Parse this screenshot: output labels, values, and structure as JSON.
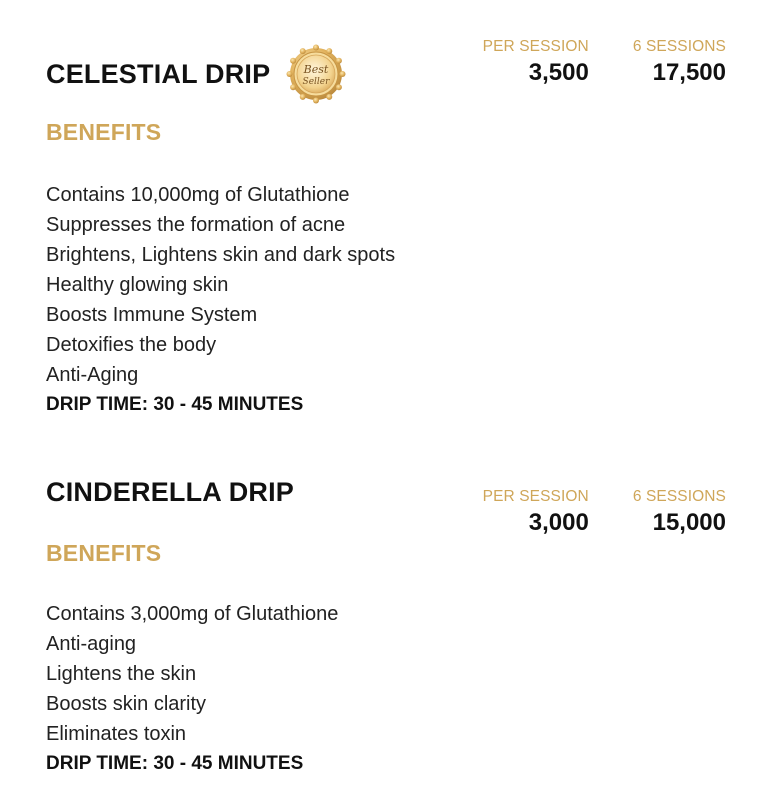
{
  "products": [
    {
      "title": "CELESTIAL DRIP",
      "badge": {
        "line1": "Best",
        "line2": "Seller",
        "icon": "best-seller-badge"
      },
      "prices": [
        {
          "label": "PER SESSION",
          "value": "3,500"
        },
        {
          "label": "6 SESSIONS",
          "value": "17,500"
        }
      ],
      "benefits_heading": "BENEFITS",
      "benefits": [
        "Contains 10,000mg of Glutathione",
        "Suppresses the formation of acne",
        "Brightens, Lightens skin and dark spots",
        "Healthy glowing skin",
        "Boosts Immune System",
        "Detoxifies the body",
        "Anti-Aging"
      ],
      "drip_time": "DRIP TIME: 30 - 45 MINUTES"
    },
    {
      "title": "CINDERELLA DRIP",
      "prices": [
        {
          "label": "PER SESSION",
          "value": "3,000"
        },
        {
          "label": "6 SESSIONS",
          "value": "15,000"
        }
      ],
      "benefits_heading": "BENEFITS",
      "benefits": [
        "Contains 3,000mg of Glutathione",
        "Anti-aging",
        "Lightens the skin",
        "Boosts skin clarity",
        "Eliminates toxin"
      ],
      "drip_time": "DRIP TIME: 30 - 45 MINUTES"
    }
  ],
  "colors": {
    "accent_gold": "#cfa659",
    "text_dark": "#111111",
    "background": "#ffffff"
  }
}
